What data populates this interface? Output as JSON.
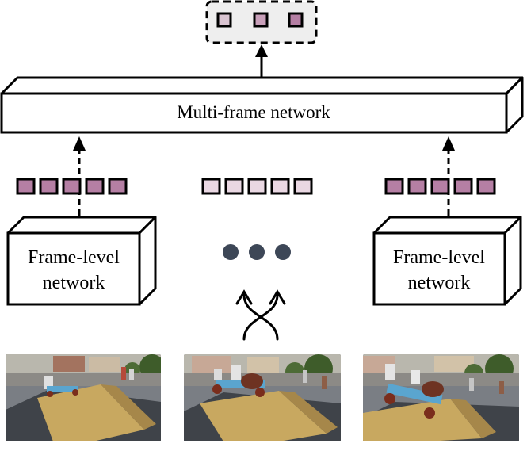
{
  "multi_frame": {
    "label": "Multi-frame network"
  },
  "frame_networks": [
    {
      "line1": "Frame-level",
      "line2": "network"
    },
    {
      "line1": "Frame-level",
      "line2": "network"
    }
  ],
  "colors": {
    "feature_dark": "#b57fa4",
    "feature_light": "#ead8e3",
    "output_container": "#eeeeee",
    "ellipsis_dot": "#3d4757",
    "outline": "#000000"
  },
  "frames": [
    {
      "name": "video-frame-1",
      "description_icon": "go-kart-ramp-photo"
    },
    {
      "name": "video-frame-2",
      "description_icon": "go-kart-ramp-photo"
    },
    {
      "name": "video-frame-3",
      "description_icon": "go-kart-ramp-photo"
    }
  ]
}
